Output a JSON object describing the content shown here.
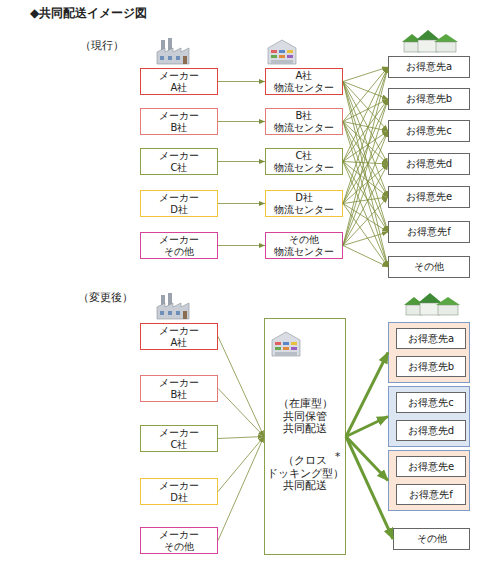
{
  "diagram": {
    "title": "◆共同配送イメージ図",
    "nodes": [
      {
        "text": [
          "メーカー A社"
        ]
      },
      {
        "text": [
          "メーカー B社"
        ]
      },
      {
        "text": [
          "メーカー C社"
        ]
      },
      {
        "text": [
          "メーカー D社"
        ]
      },
      {
        "text": [
          "メーカー その他"
        ]
      },
      {
        "text": [
          "A社 物流センター"
        ]
      },
      {
        "text": [
          "B社 物流センター"
        ]
      },
      {
        "text": [
          "C社 物流センター"
        ]
      },
      {
        "text": [
          "D社 物流センター"
        ]
      },
      {
        "text": [
          "その他 物流センター"
        ]
      },
      {
        "text": [
          "お得意先a"
        ]
      },
      {
        "text": [
          "お得意先b"
        ]
      },
      {
        "text": [
          "お得意先c"
        ]
      },
      {
        "text": [
          "お得意先d"
        ]
      },
      {
        "text": [
          "お得意先e"
        ]
      },
      {
        "text": [
          "お得意先f"
        ]
      },
      {
        "text": [
          "その他"
        ]
      },
      {
        "text": [
          "メーカー A社"
        ]
      },
      {
        "text": [
          "メーカー B社"
        ]
      },
      {
        "text": [
          "メーカー C社"
        ]
      },
      {
        "text": [
          "メーカー D社"
        ]
      },
      {
        "text": [
          "メーカー その他"
        ]
      },
      {
        "text": [
          "（在庫型） 共同保管 共同配送",
          "（クロス ドッキング型） 共同配送",
          "*"
        ]
      },
      {
        "text": []
      },
      {
        "text": [
          "お得意先a"
        ],
        "in": 23
      },
      {
        "text": [
          "お得意先b"
        ],
        "in": 23
      },
      {
        "text": []
      },
      {
        "text": [
          "お得意先c"
        ],
        "in": 26
      },
      {
        "text": [
          "お得意先d"
        ],
        "in": 26
      },
      {
        "text": []
      },
      {
        "text": [
          "お得意先e"
        ],
        "in": 29
      },
      {
        "text": [
          "お得意先f"
        ],
        "in": 29
      },
      {
        "text": [
          "その他"
        ]
      }
    ],
    "edges": [
      {
        "from": 0,
        "to": 5,
        "arrow": "to"
      },
      {
        "from": 1,
        "to": 6,
        "arrow": "to"
      },
      {
        "from": 2,
        "to": 7,
        "arrow": "to"
      },
      {
        "from": 3,
        "to": 8,
        "arrow": "to"
      },
      {
        "from": 4,
        "to": 9,
        "arrow": "to"
      },
      {
        "from": 5,
        "to": 10,
        "arrow": "to"
      },
      {
        "from": 5,
        "to": 11,
        "arrow": "to"
      },
      {
        "from": 5,
        "to": 12,
        "arrow": "to"
      },
      {
        "from": 5,
        "to": 13,
        "arrow": "to"
      },
      {
        "from": 5,
        "to": 14,
        "arrow": "to"
      },
      {
        "from": 5,
        "to": 15,
        "arrow": "to"
      },
      {
        "from": 5,
        "to": 16,
        "arrow": "to"
      },
      {
        "from": 6,
        "to": 10,
        "arrow": "to"
      },
      {
        "from": 6,
        "to": 11,
        "arrow": "to"
      },
      {
        "from": 6,
        "to": 12,
        "arrow": "to"
      },
      {
        "from": 6,
        "to": 13,
        "arrow": "to"
      },
      {
        "from": 6,
        "to": 14,
        "arrow": "to"
      },
      {
        "from": 6,
        "to": 15,
        "arrow": "to"
      },
      {
        "from": 6,
        "to": 16,
        "arrow": "to"
      },
      {
        "from": 7,
        "to": 10,
        "arrow": "to"
      },
      {
        "from": 7,
        "to": 11,
        "arrow": "to"
      },
      {
        "from": 7,
        "to": 12,
        "arrow": "to"
      },
      {
        "from": 7,
        "to": 13,
        "arrow": "to"
      },
      {
        "from": 7,
        "to": 14,
        "arrow": "to"
      },
      {
        "from": 7,
        "to": 15,
        "arrow": "to"
      },
      {
        "from": 7,
        "to": 16,
        "arrow": "to"
      },
      {
        "from": 8,
        "to": 10,
        "arrow": "to"
      },
      {
        "from": 8,
        "to": 11,
        "arrow": "to"
      },
      {
        "from": 8,
        "to": 12,
        "arrow": "to"
      },
      {
        "from": 8,
        "to": 13,
        "arrow": "to"
      },
      {
        "from": 8,
        "to": 14,
        "arrow": "to"
      },
      {
        "from": 8,
        "to": 15,
        "arrow": "to"
      },
      {
        "from": 8,
        "to": 16,
        "arrow": "to"
      },
      {
        "from": 9,
        "to": 10,
        "arrow": "to"
      },
      {
        "from": 9,
        "to": 11,
        "arrow": "to"
      },
      {
        "from": 9,
        "to": 12,
        "arrow": "to"
      },
      {
        "from": 9,
        "to": 13,
        "arrow": "to"
      },
      {
        "from": 9,
        "to": 14,
        "arrow": "to"
      },
      {
        "from": 9,
        "to": 15,
        "arrow": "to"
      },
      {
        "from": 9,
        "to": 16,
        "arrow": "to"
      },
      {
        "from": 17,
        "to": 22,
        "arrow": "to"
      },
      {
        "from": 18,
        "to": 22,
        "arrow": "to"
      },
      {
        "from": 19,
        "to": 22,
        "arrow": "to"
      },
      {
        "from": 20,
        "to": 22,
        "arrow": "to"
      },
      {
        "from": 21,
        "to": 22,
        "arrow": "to"
      },
      {
        "from": 22,
        "to": 23,
        "arrow": "to"
      },
      {
        "from": 22,
        "to": 26,
        "arrow": "to"
      },
      {
        "from": 22,
        "to": 29,
        "arrow": "to"
      },
      {
        "from": 22,
        "to": 32,
        "arrow": "to"
      }
    ],
    "labels": [
      "（現行）",
      "（変更後）"
    ]
  }
}
